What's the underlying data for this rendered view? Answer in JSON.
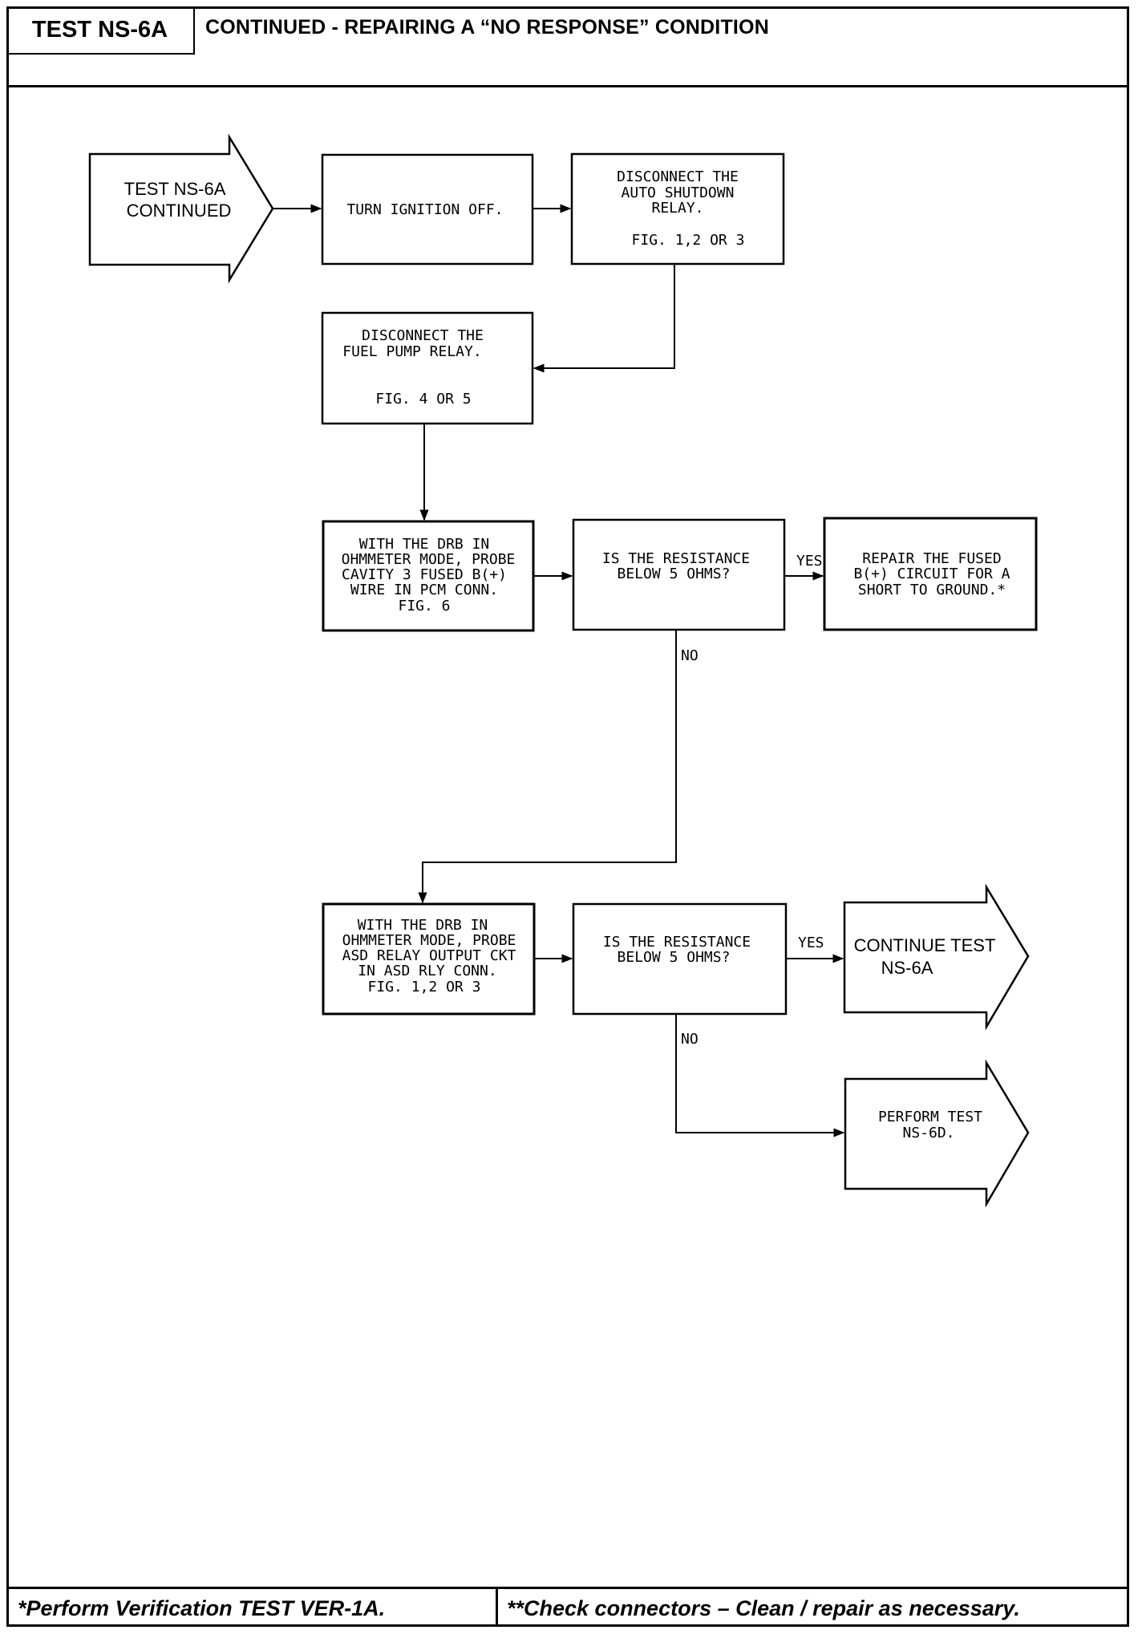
{
  "header": {
    "test_id": "TEST NS-6A",
    "title": "CONTINUED - REPAIRING A “NO RESPONSE” CONDITION"
  },
  "flow": {
    "start_arrow": [
      "TEST NS-6A",
      "CONTINUED"
    ],
    "step_turn_ignition": [
      "TURN IGNITION OFF."
    ],
    "step_disconnect_asd": [
      "DISCONNECT THE",
      "AUTO SHUTDOWN",
      "RELAY.",
      "",
      "FIG. 1,2 OR 3"
    ],
    "step_disconnect_fuel_pump": [
      "DISCONNECT THE",
      "FUEL PUMP RELAY.",
      "",
      "FIG. 4 OR 5"
    ],
    "step_probe_cavity3": [
      "WITH THE DRB IN",
      "OHMMETER MODE, PROBE",
      "CAVITY 3 FUSED B(+)",
      "WIRE IN PCM CONN.",
      "FIG. 6"
    ],
    "decision_1": [
      "IS THE RESISTANCE",
      "BELOW 5 OHMS?"
    ],
    "repair_box": [
      "REPAIR THE FUSED",
      "B(+) CIRCUIT FOR A",
      "SHORT TO GROUND.*"
    ],
    "step_probe_asd_output": [
      "WITH THE DRB IN",
      "OHMMETER MODE, PROBE",
      "ASD RELAY OUTPUT CKT",
      "IN ASD RLY CONN.",
      "FIG. 1,2 OR 3"
    ],
    "decision_2": [
      "IS THE RESISTANCE",
      "BELOW 5 OHMS?"
    ],
    "continue_arrow": [
      "CONTINUE TEST",
      "NS-6A"
    ],
    "perform_arrow": [
      "PERFORM TEST",
      "NS-6D."
    ],
    "yes_label": "YES",
    "no_label": "NO"
  },
  "footer": {
    "left": "*Perform Verification TEST VER-1A.",
    "right": "**Check connectors – Clean / repair as necessary."
  }
}
